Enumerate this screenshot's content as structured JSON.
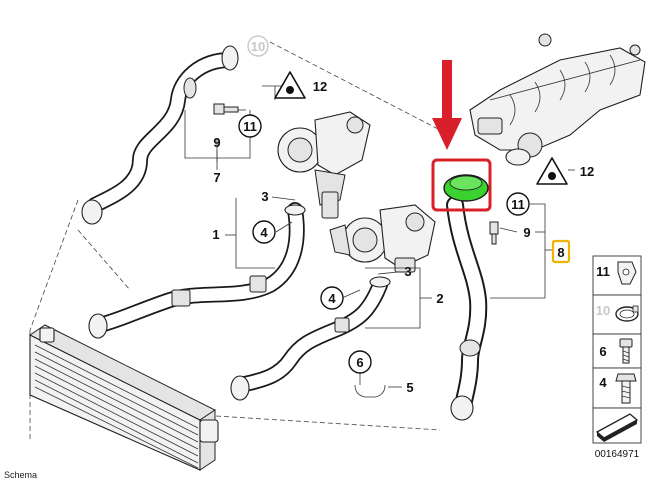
{
  "callouts": {
    "c1": "1",
    "c2": "2",
    "c3a": "3",
    "c3b": "3",
    "c4a": "4",
    "c4b": "4",
    "c5": "5",
    "c6": "6",
    "c7": "7",
    "c8": "8",
    "c9a": "9",
    "c9b": "9",
    "c10": "10",
    "c11a": "11",
    "c11b": "11",
    "c12a": "12",
    "c12b": "12"
  },
  "legend": {
    "l11": "11",
    "l10": "10",
    "l6": "6",
    "l4": "4"
  },
  "diagram_number": "00164971",
  "caption": "Schema",
  "colors": {
    "arrow": "#d9202a",
    "highlight_box": "#d9202a",
    "seal": "#3bd12f",
    "callout_8_box": "#f0b400"
  },
  "icons": [
    "warning-triangle-icon",
    "down-arrow-icon",
    "bolt-icon",
    "clamp-icon",
    "wedge-icon"
  ]
}
